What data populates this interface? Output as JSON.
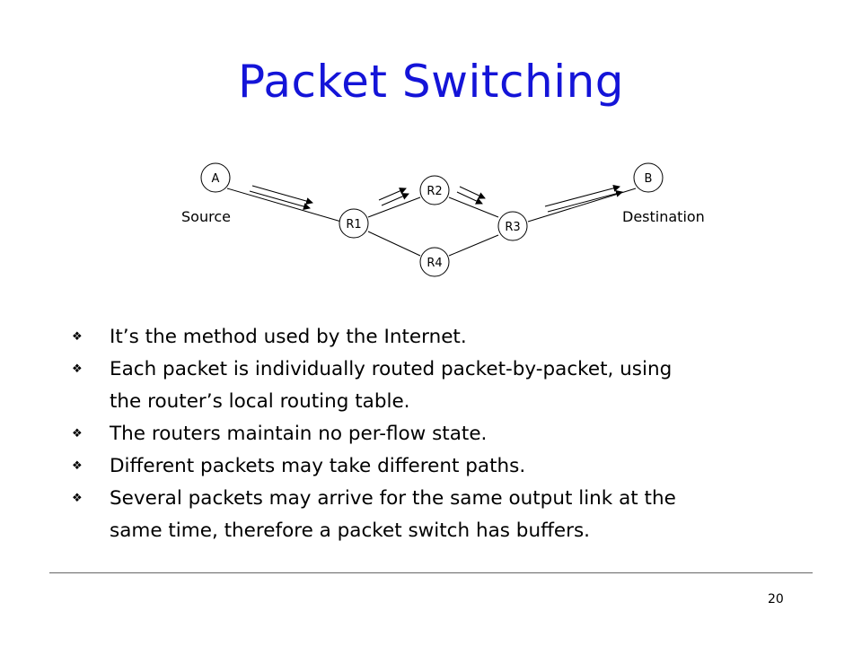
{
  "slide": {
    "title": "Packet Switching",
    "page_number": "20"
  },
  "diagram": {
    "nodes": {
      "a": "A",
      "b": "B",
      "r1": "R1",
      "r2": "R2",
      "r3": "R3",
      "r4": "R4"
    },
    "source_label": "Source",
    "destination_label": "Destination"
  },
  "bullets": [
    {
      "lines": [
        "It’s the method used by the Internet."
      ]
    },
    {
      "lines": [
        "Each packet is individually routed packet-by-packet, using",
        "the router’s local routing table."
      ]
    },
    {
      "lines": [
        "The routers maintain no per-flow state."
      ]
    },
    {
      "lines": [
        "Different packets may take different paths."
      ]
    },
    {
      "lines": [
        "Several packets may arrive for the same output link at the",
        "same time, therefore a packet switch has buffers."
      ]
    }
  ]
}
